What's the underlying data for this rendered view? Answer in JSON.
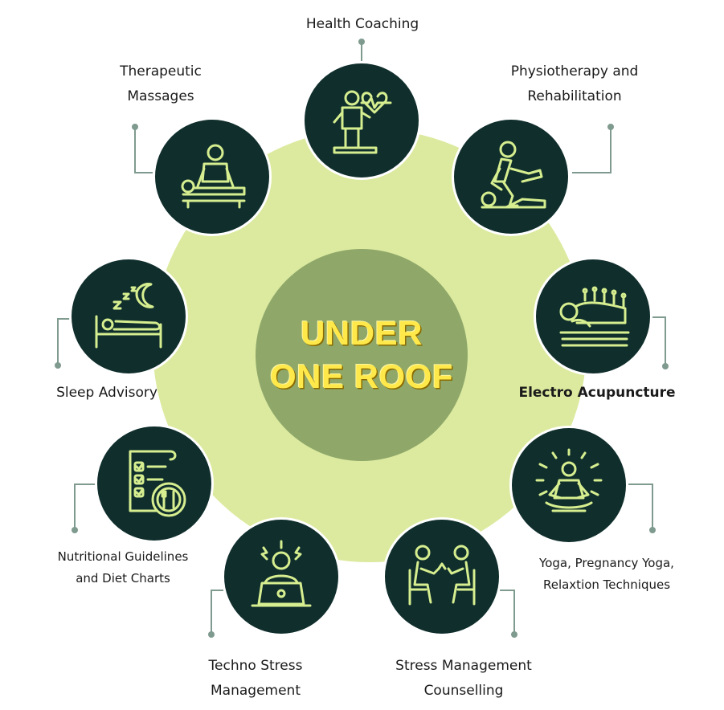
{
  "center": {
    "line1": "UNDER",
    "line2": "ONE ROOF"
  },
  "colors": {
    "outer_circle": "#dcea9f",
    "center_circle": "#8fa86a",
    "center_text": "#ffe94a",
    "node_fill": "#0f2e2c",
    "icon_stroke": "#d6ee8f",
    "connector": "#7f9a8e"
  },
  "services": [
    {
      "id": "health-coaching",
      "lines": [
        "Health Coaching"
      ],
      "icon": "person-on-scale-heartbeat-icon"
    },
    {
      "id": "physiotherapy",
      "lines": [
        "Physiotherapy and",
        "Rehabilitation"
      ],
      "icon": "physiotherapist-icon"
    },
    {
      "id": "electro-acupuncture",
      "lines": [
        "Electro Acupuncture"
      ],
      "icon": "acupuncture-needles-icon"
    },
    {
      "id": "yoga",
      "lines": [
        "Yoga, Pregnancy Yoga,",
        "Relaxtion Techniques"
      ],
      "icon": "meditation-icon"
    },
    {
      "id": "stress-counselling",
      "lines": [
        "Stress Management",
        "Counselling"
      ],
      "icon": "counselling-chairs-icon"
    },
    {
      "id": "techno-stress",
      "lines": [
        "Techno Stress",
        "Management"
      ],
      "icon": "person-laptop-stress-icon"
    },
    {
      "id": "nutrition",
      "lines": [
        "Nutritional Guidelines",
        "and Diet Charts"
      ],
      "icon": "checklist-plate-icon"
    },
    {
      "id": "sleep",
      "lines": [
        "Sleep Advisory"
      ],
      "icon": "bed-moon-sleep-icon"
    },
    {
      "id": "massages",
      "lines": [
        "Therapeutic",
        "Massages"
      ],
      "icon": "massage-table-icon"
    }
  ]
}
